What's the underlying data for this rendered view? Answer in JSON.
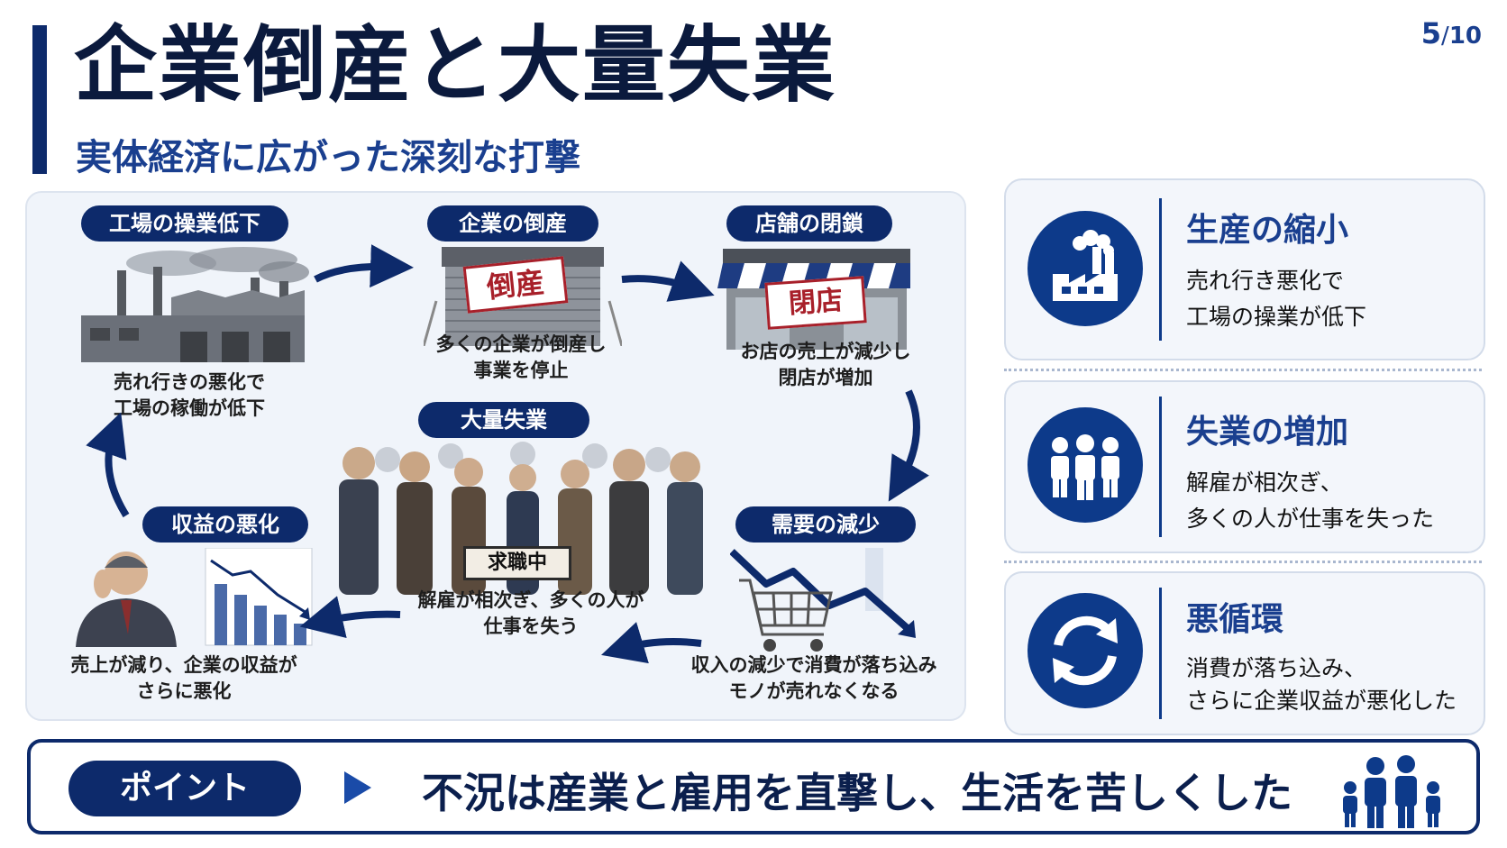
{
  "page": {
    "current": "5",
    "total": "10"
  },
  "title": "企業倒産と大量失業",
  "subtitle": "実体経済に広がった深刻な打撃",
  "cycle": {
    "factory": {
      "label": "工場の操業低下",
      "caption_1": "売れ行きの悪化で",
      "caption_2": "工場の稼働が低下"
    },
    "bankruptcy": {
      "label": "企業の倒産",
      "sign": "倒産",
      "caption_1": "多くの企業が倒産し",
      "caption_2": "事業を停止"
    },
    "closure": {
      "label": "店舗の閉鎖",
      "sign": "閉店",
      "caption_1": "お店の売上が減少し",
      "caption_2": "閉店が増加"
    },
    "demand": {
      "label": "需要の減少",
      "caption_1": "収入の減少で消費が落ち込み",
      "caption_2": "モノが売れなくなる"
    },
    "unemployment": {
      "label": "大量失業",
      "sign": "求職中",
      "caption_1": "解雇が相次ぎ、多くの人が",
      "caption_2": "仕事を失う"
    },
    "profit": {
      "label": "収益の悪化",
      "caption_1": "売上が減り、企業の収益が",
      "caption_2": "さらに悪化"
    }
  },
  "cards": [
    {
      "icon": "factory-icon",
      "title": "生産の縮小",
      "line_1": "売れ行き悪化で",
      "line_2": "工場の操業が低下"
    },
    {
      "icon": "people-icon",
      "title": "失業の増加",
      "line_1": "解雇が相次ぎ、",
      "line_2": "多くの人が仕事を失った"
    },
    {
      "icon": "cycle-icon",
      "title": "悪循環",
      "line_1": "消費が落ち込み、",
      "line_2": "さらに企業収益が悪化した"
    }
  ],
  "point": {
    "label": "ポイント",
    "message": "不況は産業と雇用を直撃し、生活を苦しくした",
    "icon": "family-icon"
  },
  "colors": {
    "navy": "#0d2a6b",
    "accent_blue": "#1a3f8f",
    "panel_bg": "#f0f4fa",
    "sign_red": "#a8202a"
  }
}
